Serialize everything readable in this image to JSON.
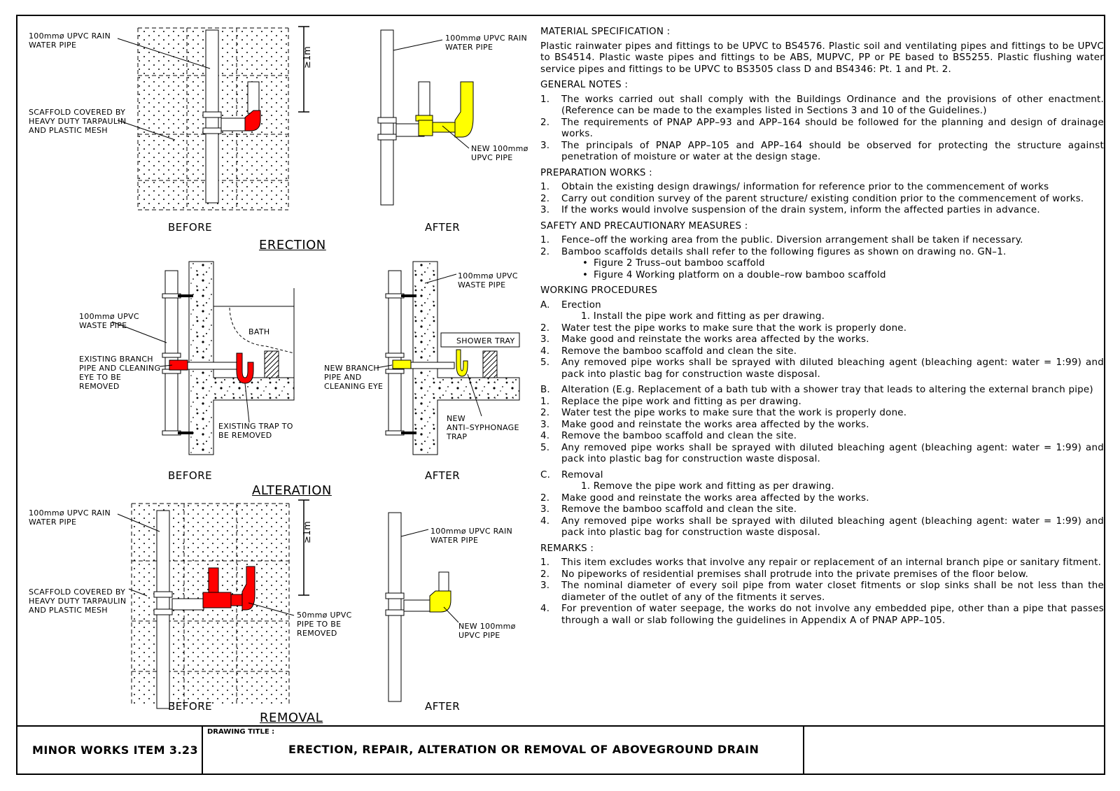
{
  "title_block": {
    "item_no": "MINOR WORKS ITEM 3.23",
    "drawing_title_label": "DRAWING TITLE :",
    "drawing_title": "ERECTION, REPAIR, ALTERATION OR REMOVAL OF ABOVEGROUND DRAIN"
  },
  "drawings": {
    "before": "BEFORE",
    "after": "AFTER",
    "erection": {
      "caption": "ERECTION",
      "before_pipe": "100mmø UPVC RAIN\nWATER PIPE",
      "scaffold": "SCAFFOLD COVERED BY\nHEAVY DUTY TARPAULIN\nAND PLASTIC MESH",
      "dim": "≥1m",
      "after_pipe": "100mmø UPVC RAIN\nWATER PIPE",
      "new_pipe": "NEW 100mmø\nUPVC PIPE"
    },
    "alteration": {
      "caption": "ALTERATION",
      "waste_pipe": "100mmø UPVC\nWASTE PIPE",
      "existing_branch": "EXISTING BRANCH\nPIPE AND CLEANING\nEYE TO BE\nREMOVED",
      "bath": "BATH",
      "existing_trap": "EXISTING TRAP TO\nBE REMOVED",
      "after_waste_pipe": "100mmø UPVC\nWASTE PIPE",
      "shower_tray": "SHOWER TRAY",
      "new_branch": "NEW BRANCH\nPIPE AND\nCLEANING EYE",
      "new_trap": "NEW\nANTI–SYPHONAGE\nTRAP"
    },
    "removal": {
      "caption": "REMOVAL",
      "before_pipe": "100mmø UPVC RAIN\nWATER PIPE",
      "scaffold": "SCAFFOLD COVERED BY\nHEAVY DUTY TARPAULIN\nAND PLASTIC MESH",
      "dim": "≥1m",
      "small_pipe": "50mmø UPVC\nPIPE TO BE\nREMOVED",
      "after_pipe": "100mmø UPVC RAIN\nWATER PIPE",
      "new_pipe": "NEW 100mmø\nUPVC PIPE"
    }
  },
  "spec": {
    "material_heading": "MATERIAL SPECIFICATION :",
    "material_text": "Plastic rainwater pipes and fittings to be UPVC to BS4576. Plastic soil and ventilating pipes and fittings to be UPVC to BS4514. Plastic waste pipes and fittings to be ABS, MUPVC, PP or PE based to BS5255. Plastic flushing water service pipes and fittings to be UPVC to BS3505 class D and BS4346: Pt. 1 and Pt. 2.",
    "general_heading": "GENERAL NOTES :",
    "general": [
      {
        "n": "1.",
        "t": "The works carried out shall comply with the Buildings Ordinance and the provisions of other enactment. (Reference can be made to the examples listed in Sections 3 and 10 of the Guidelines.)"
      },
      {
        "n": "2.",
        "t": "The requirements of PNAP APP–93 and APP–164 should be followed for the planning and design of drainage works."
      },
      {
        "n": "3.",
        "t": "The principals of PNAP APP–105 and APP–164 should be observed for protecting the structure against penetration of moisture or water at the design stage."
      }
    ],
    "prep_heading": "PREPARATION WORKS :",
    "prep": [
      {
        "n": "1.",
        "t": "Obtain the existing design drawings/ information for reference prior to the commencement of works"
      },
      {
        "n": "2.",
        "t": "Carry out condition survey of the parent structure/ existing condition prior to the commencement of works."
      },
      {
        "n": "3.",
        "t": "If the works would involve suspension of the drain system, inform the affected parties in advance."
      }
    ],
    "safety_heading": "SAFETY AND PRECAUTIONARY MEASURES :",
    "safety": [
      {
        "n": "1.",
        "t": "Fence–off the working area from the public. Diversion arrangement shall be taken if necessary."
      },
      {
        "n": "2.",
        "t": "Bamboo scaffolds details shall refer to the following figures as shown on drawing no. GN–1."
      }
    ],
    "safety_sub": [
      {
        "b": "•",
        "t": "Figure 2   Truss–out bamboo scaffold"
      },
      {
        "b": "•",
        "t": "Figure 4   Working platform on a double–row bamboo scaffold"
      }
    ],
    "working_heading": "WORKING PROCEDURES",
    "a_title": {
      "n": "A.",
      "t": "Erection"
    },
    "a_first": "1.  Install the pipe work and fitting as per drawing.",
    "a_items": [
      {
        "n": "2.",
        "t": "Water test the pipe works to make sure that the work is properly done."
      },
      {
        "n": "3.",
        "t": "Make good and reinstate the works area affected by the works."
      },
      {
        "n": "4.",
        "t": "Remove the bamboo scaffold and clean the site."
      },
      {
        "n": "5.",
        "t": "Any removed pipe works shall be sprayed with diluted bleaching agent (bleaching agent: water = 1:99) and pack into plastic bag for construction waste disposal."
      }
    ],
    "b_title": {
      "n": "B.",
      "t": "Alteration (E.g. Replacement of a bath tub with a shower tray that leads to altering the external branch pipe)"
    },
    "b_items": [
      {
        "n": "1.",
        "t": "Replace the pipe work and fitting as per drawing."
      },
      {
        "n": "2.",
        "t": "Water test the pipe works to make sure that the work is properly done."
      },
      {
        "n": "3.",
        "t": "Make good and reinstate the works area affected by the works."
      },
      {
        "n": "4.",
        "t": "Remove the bamboo scaffold and clean the site."
      },
      {
        "n": "5.",
        "t": "Any removed pipe works shall be sprayed with diluted bleaching agent (bleaching agent: water = 1:99) and pack into plastic bag for construction waste disposal."
      }
    ],
    "c_title": {
      "n": "C.",
      "t": "Removal"
    },
    "c_first": "1.  Remove the pipe work and fitting as per drawing.",
    "c_items": [
      {
        "n": "2.",
        "t": "Make good and reinstate the works area affected by the works."
      },
      {
        "n": "3.",
        "t": "Remove the bamboo scaffold and clean the site."
      },
      {
        "n": "4.",
        "t": "Any removed pipe works shall be sprayed with diluted bleaching agent (bleaching agent: water = 1:99) and pack into plastic bag for construction waste disposal."
      }
    ],
    "remarks_heading": "REMARKS :",
    "remarks": [
      {
        "n": "1.",
        "t": "This item excludes works that involve any repair or replacement of an internal branch pipe or sanitary fitment."
      },
      {
        "n": "2.",
        "t": "No pipeworks of residential premises shall protrude into the private premises of the floor below."
      },
      {
        "n": "3.",
        "t": "The nominal diameter of every soil pipe from water closet fitments or slop sinks shall be not less than the diameter of the outlet of any of the fitments it serves."
      },
      {
        "n": "4.",
        "t": "For prevention of water seepage, the works do not involve any embedded pipe, other than a pipe that passes through a wall or slab following the guidelines in Appendix A of PNAP APP–105."
      }
    ]
  },
  "colors": {
    "removed": "#ff0000",
    "new": "#ffff00"
  }
}
